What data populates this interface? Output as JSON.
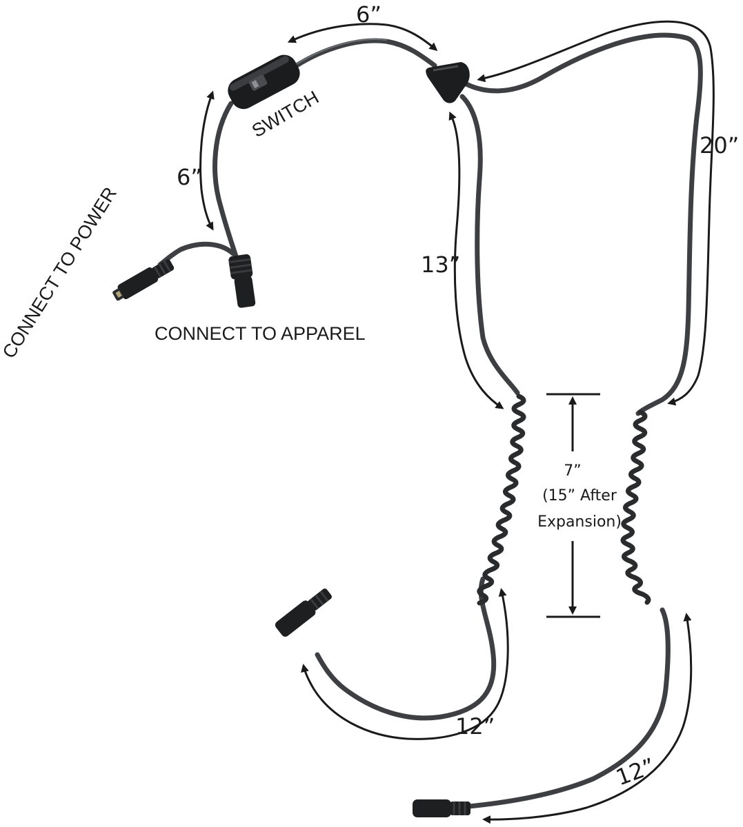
{
  "labels": {
    "switch": "SWITCH",
    "connect_power": "CONNECT TO POWER",
    "connect_apparel": "CONNECT TO APPAREL"
  },
  "dimensions": {
    "top_span": "6”",
    "switch_to_split": "6”",
    "right_loop": "20”",
    "left_drop": "13”",
    "coil_line1": "7”",
    "coil_line2": "(15” After",
    "coil_line3": "Expansion)",
    "left_tail": "12”",
    "right_tail": "12”"
  },
  "colors": {
    "cable": "#3d3f42",
    "connector": "#1e1f21",
    "ink": "#1a1a1a",
    "background": "#ffffff"
  }
}
